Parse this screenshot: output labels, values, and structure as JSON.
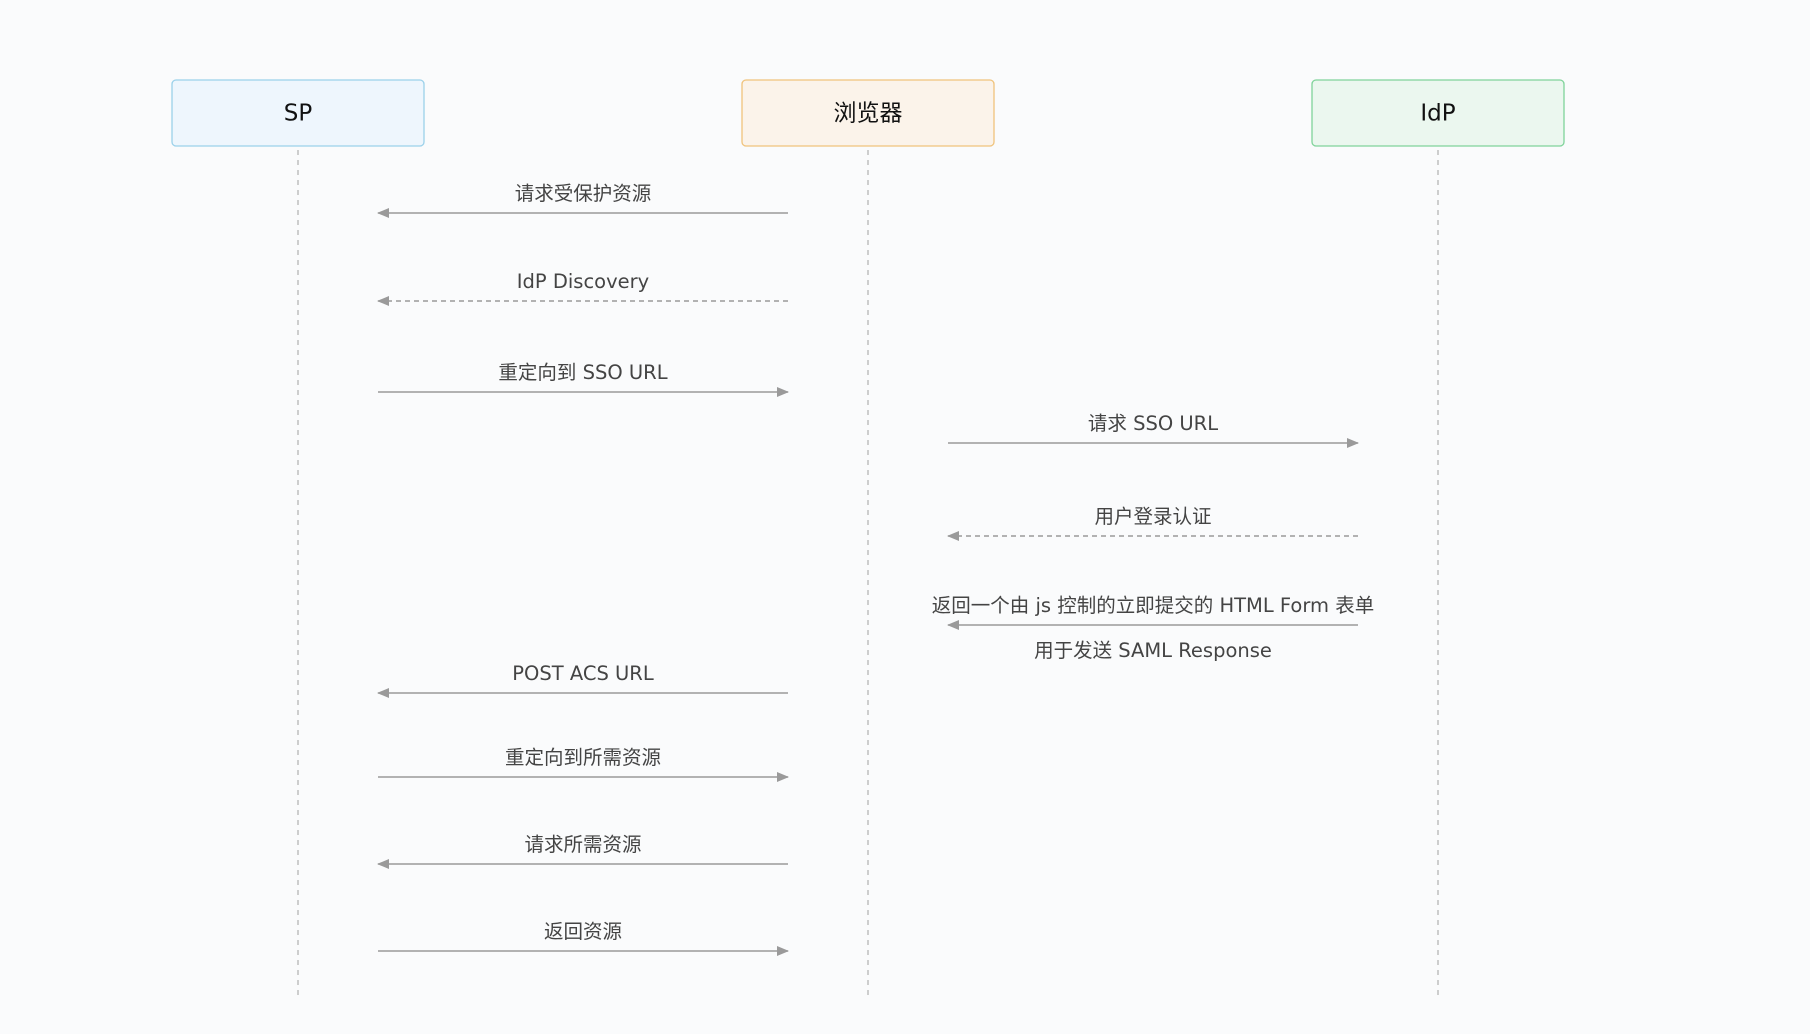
{
  "actors": [
    {
      "id": "sp",
      "label": "SP",
      "fill": "#eef6fd",
      "stroke": "#9bd1ea"
    },
    {
      "id": "browser",
      "label": "浏览器",
      "fill": "#fbf3ea",
      "stroke": "#f0c37c"
    },
    {
      "id": "idp",
      "label": "IdP",
      "fill": "#ebf7ef",
      "stroke": "#7fd39a"
    }
  ],
  "messages": [
    {
      "from": "browser",
      "to": "sp",
      "style": "solid",
      "label": "请求受保护资源"
    },
    {
      "from": "browser",
      "to": "sp",
      "style": "dashed",
      "label": "IdP Discovery"
    },
    {
      "from": "sp",
      "to": "browser",
      "style": "solid",
      "label": "重定向到 SSO URL"
    },
    {
      "from": "browser",
      "to": "idp",
      "style": "solid",
      "label": "请求 SSO URL"
    },
    {
      "from": "idp",
      "to": "browser",
      "style": "dashed",
      "label": "用户登录认证"
    },
    {
      "from": "idp",
      "to": "browser",
      "style": "solid",
      "label": "返回一个由 js 控制的立即提交的 HTML Form 表单",
      "sublabel": "用于发送 SAML Response"
    },
    {
      "from": "browser",
      "to": "sp",
      "style": "solid",
      "label": "POST ACS URL"
    },
    {
      "from": "sp",
      "to": "browser",
      "style": "solid",
      "label": "重定向到所需资源"
    },
    {
      "from": "browser",
      "to": "sp",
      "style": "solid",
      "label": "请求所需资源"
    },
    {
      "from": "sp",
      "to": "browser",
      "style": "solid",
      "label": "返回资源"
    }
  ],
  "colors": {
    "line": "#9a9a9a",
    "lifeline": "#b5b5b5",
    "background": "#fafbfc"
  }
}
